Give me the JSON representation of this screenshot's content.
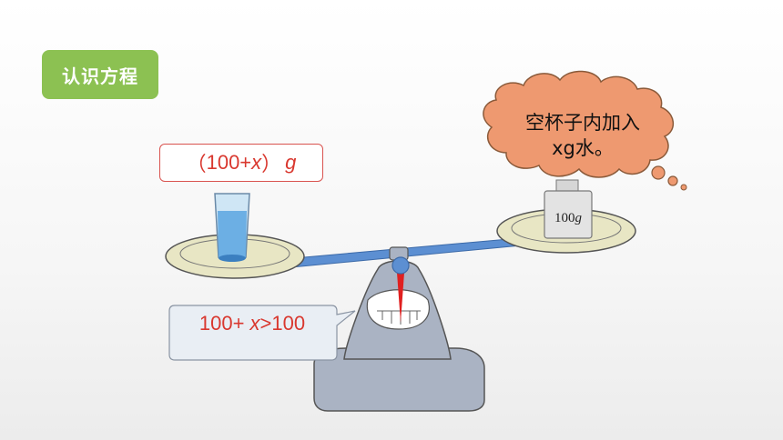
{
  "section_badge": "认识方程",
  "left_label": {
    "open": "（",
    "const": "100+",
    "var": "x",
    "close": "）",
    "unit": "g"
  },
  "thought_bubble": {
    "line1": "空杯子内加入",
    "line2": "xg水。"
  },
  "weight": {
    "value": "100",
    "unit": "g"
  },
  "speech": {
    "const": "100+ ",
    "var": "x",
    "rest": ">100"
  },
  "colors": {
    "badge": "#8cc152",
    "red_text": "#d9382f",
    "bubble_fill": "#ee9970",
    "scale_body": "#aab3c3",
    "beam": "#5c8fd2",
    "pan": "#e8e6c4"
  },
  "icons": [
    "glass-of-water-icon",
    "weight-icon",
    "balance-scale-icon",
    "thought-bubble-icon",
    "speech-bubble-icon"
  ]
}
